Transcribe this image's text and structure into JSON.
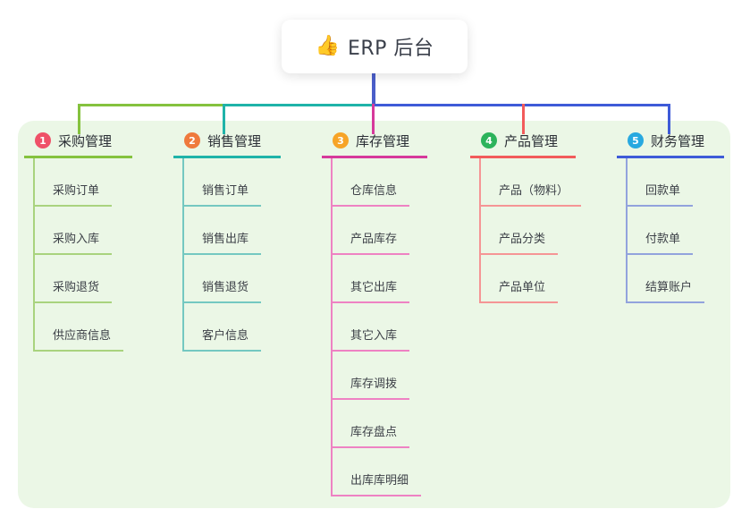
{
  "root": {
    "icon": "👍",
    "icon_name": "thumbs-up-icon",
    "title": "ERP 后台"
  },
  "colors": {
    "canvas_bg": "#ffffff",
    "panel_bg": "#ebf7e6",
    "root_connector": "#4a5ec9",
    "title_text": "#3a3f4a"
  },
  "branches": [
    {
      "num": "1",
      "label": "采购管理",
      "badge_color": "#ef5168",
      "line_color": "#85c23e",
      "child_line_color": "#a9d37e",
      "children": [
        "采购订单",
        "采购入库",
        "采购退货",
        "供应商信息"
      ]
    },
    {
      "num": "2",
      "label": "销售管理",
      "badge_color": "#ef7a3d",
      "line_color": "#1fb3a9",
      "child_line_color": "#74c8c1",
      "children": [
        "销售订单",
        "销售出库",
        "销售退货",
        "客户信息"
      ]
    },
    {
      "num": "3",
      "label": "库存管理",
      "badge_color": "#f7a427",
      "line_color": "#d6399b",
      "child_line_color": "#ee82c3",
      "children": [
        "仓库信息",
        "产品库存",
        "其它出库",
        "其它入库",
        "库存调拨",
        "库存盘点",
        "出库库明细"
      ]
    },
    {
      "num": "4",
      "label": "产品管理",
      "badge_color": "#2cb35b",
      "line_color": "#f25b5b",
      "child_line_color": "#f59595",
      "children": [
        "产品（物料）",
        "产品分类",
        "产品单位"
      ]
    },
    {
      "num": "5",
      "label": "财务管理",
      "badge_color": "#28a9e0",
      "line_color": "#3e5bd8",
      "child_line_color": "#92a3dd",
      "children": [
        "回款单",
        "付款单",
        "结算账户"
      ]
    }
  ]
}
